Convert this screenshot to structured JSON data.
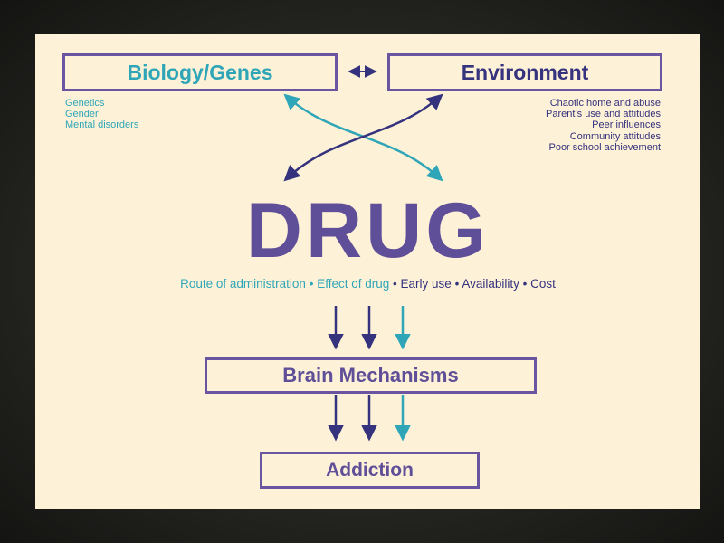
{
  "biology": {
    "title": "Biology/Genes",
    "factors": [
      "Genetics",
      "Gender",
      "Mental disorders"
    ]
  },
  "environment": {
    "title": "Environment",
    "factors": [
      "Chaotic home and abuse",
      "Parent’s use and attitudes",
      "Peer influences",
      "Community attitudes",
      "Poor school achievement"
    ]
  },
  "center": {
    "title": "DRUG",
    "properties": [
      {
        "label": "Route of administration",
        "tone": "teal"
      },
      {
        "label": "Effect of drug",
        "tone": "teal"
      },
      {
        "label": "Early use",
        "tone": "navy"
      },
      {
        "label": "Availability",
        "tone": "navy"
      },
      {
        "label": "Cost",
        "tone": "navy"
      }
    ],
    "separator": "•"
  },
  "brain": {
    "title": "Brain Mechanisms"
  },
  "addiction": {
    "title": "Addiction"
  },
  "colors": {
    "teal": "#2fa6b8",
    "navy": "#35327e",
    "purple": "#5f4e98",
    "background": "#fdf1d7"
  }
}
